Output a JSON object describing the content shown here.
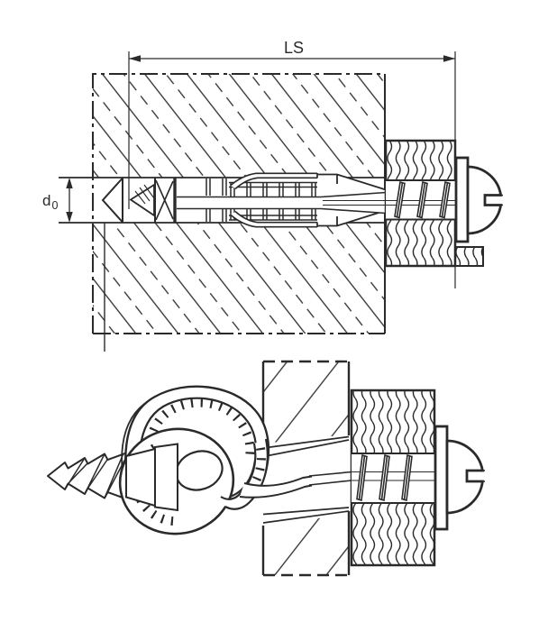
{
  "drawing": {
    "background": "#ffffff",
    "line_color": "#2a2a2a",
    "views": {
      "section": "wall-plug-with-screw-installed-in-solid-wall-section-view",
      "perspective": "wall-plug-knotted-behind-thin-panel-perspective-view"
    },
    "labels": {
      "screw_length": "LS",
      "drill_diameter": "d",
      "drill_diameter_sub": "0"
    }
  }
}
